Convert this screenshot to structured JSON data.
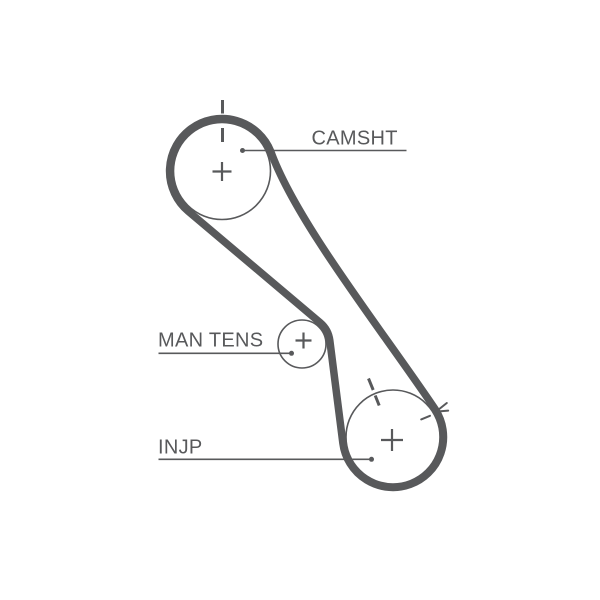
{
  "diagram": {
    "labels": {
      "camshaft": "CAMSHT",
      "manual_tensioner": "MAN TENS",
      "injection_pump": "INJP"
    },
    "marks": {
      "center_glyph": "+",
      "camshaft_timing_mark": "dashed-tick-vertical-top",
      "injection_pump_timing_mark": "dashed-tick-upper-left",
      "injection_pump_direction_mark": "arrowhead-upper-right"
    },
    "colors": {
      "line": "#58595b",
      "background": "#ffffff"
    }
  }
}
